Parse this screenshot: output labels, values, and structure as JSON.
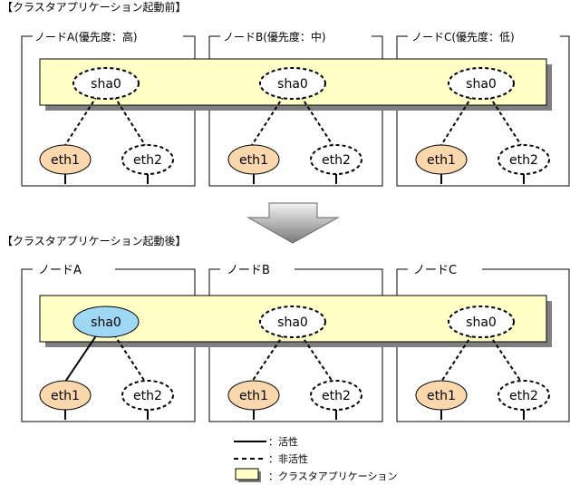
{
  "sections": [
    {
      "title": "【クラスタアプリケーション起動前】",
      "nodes": [
        {
          "label": "ノードA(優先度：高)",
          "sha": "sha0",
          "eth1": "eth1",
          "eth2": "eth2",
          "sha_active": false,
          "eth1_line": "dashed"
        },
        {
          "label": "ノードB(優先度：中)",
          "sha": "sha0",
          "eth1": "eth1",
          "eth2": "eth2",
          "sha_active": false,
          "eth1_line": "dashed"
        },
        {
          "label": "ノードC(優先度：低)",
          "sha": "sha0",
          "eth1": "eth1",
          "eth2": "eth2",
          "sha_active": false,
          "eth1_line": "dashed"
        }
      ]
    },
    {
      "title": "【クラスタアプリケーション起動後】",
      "nodes": [
        {
          "label": "ノードA",
          "sha": "sha0",
          "eth1": "eth1",
          "eth2": "eth2",
          "sha_active": true,
          "eth1_line": "solid"
        },
        {
          "label": "ノードB",
          "sha": "sha0",
          "eth1": "eth1",
          "eth2": "eth2",
          "sha_active": false,
          "eth1_line": "dashed"
        },
        {
          "label": "ノードC",
          "sha": "sha0",
          "eth1": "eth1",
          "eth2": "eth2",
          "sha_active": false,
          "eth1_line": "dashed"
        }
      ]
    }
  ],
  "legend": {
    "active": "：活性",
    "inactive": "：非活性",
    "cluster_app": "：クラスタアプリケーション"
  },
  "colors": {
    "cluster_band": "#ffffc6",
    "eth1_fill": "#fad7ac",
    "sha_active_fill": "#9fd8f5",
    "arrow_dark": "#808080",
    "arrow_light": "#f0f0f0"
  }
}
